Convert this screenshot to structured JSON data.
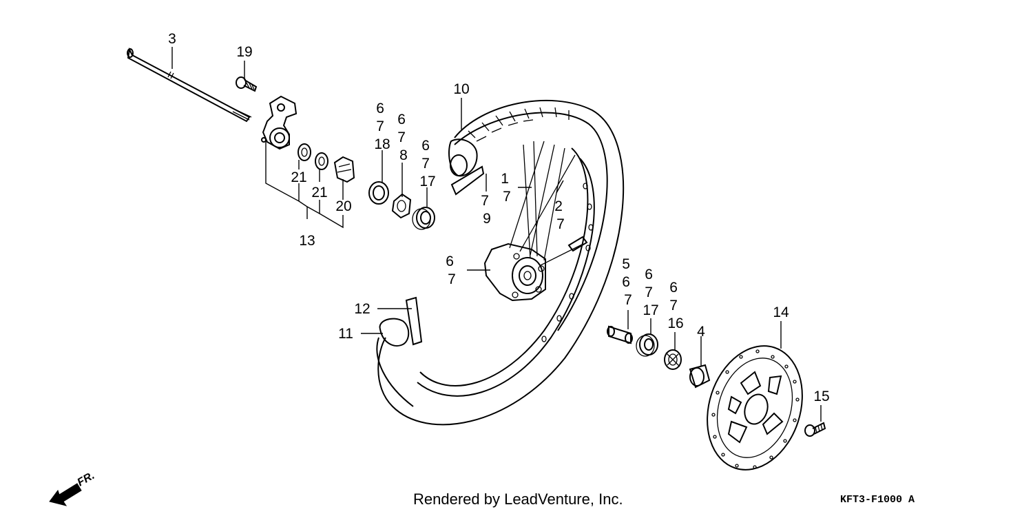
{
  "credit": "Rendered by LeadVenture, Inc.",
  "diagram_code": "KFT3-F1000",
  "diagram_code_suffix": "A",
  "direction_label": "FR.",
  "callouts": [
    {
      "id": "c3",
      "lines": [
        "3"
      ]
    },
    {
      "id": "c19",
      "lines": [
        "19"
      ]
    },
    {
      "id": "c21a",
      "lines": [
        "21"
      ]
    },
    {
      "id": "c21b",
      "lines": [
        "21"
      ]
    },
    {
      "id": "c20",
      "lines": [
        "20"
      ]
    },
    {
      "id": "c13",
      "lines": [
        "13"
      ]
    },
    {
      "id": "c18",
      "lines": [
        "6",
        "7",
        "18"
      ]
    },
    {
      "id": "c8",
      "lines": [
        "6",
        "7",
        "8"
      ]
    },
    {
      "id": "c17a",
      "lines": [
        "6",
        "7",
        "17"
      ]
    },
    {
      "id": "c10",
      "lines": [
        "10"
      ]
    },
    {
      "id": "c9",
      "lines": [
        "7",
        "9"
      ]
    },
    {
      "id": "c1",
      "lines": [
        "1",
        "7"
      ]
    },
    {
      "id": "c2",
      "lines": [
        "2",
        "7"
      ]
    },
    {
      "id": "c67hub",
      "lines": [
        "6",
        "7"
      ]
    },
    {
      "id": "c12",
      "lines": [
        "12"
      ]
    },
    {
      "id": "c11",
      "lines": [
        "11"
      ]
    },
    {
      "id": "c5",
      "lines": [
        "5",
        "6",
        "7"
      ]
    },
    {
      "id": "c17b",
      "lines": [
        "6",
        "7",
        "17"
      ]
    },
    {
      "id": "c16",
      "lines": [
        "6",
        "7",
        "16"
      ]
    },
    {
      "id": "c4",
      "lines": [
        "4"
      ]
    },
    {
      "id": "c14",
      "lines": [
        "14"
      ]
    },
    {
      "id": "c15",
      "lines": [
        "15"
      ]
    }
  ]
}
